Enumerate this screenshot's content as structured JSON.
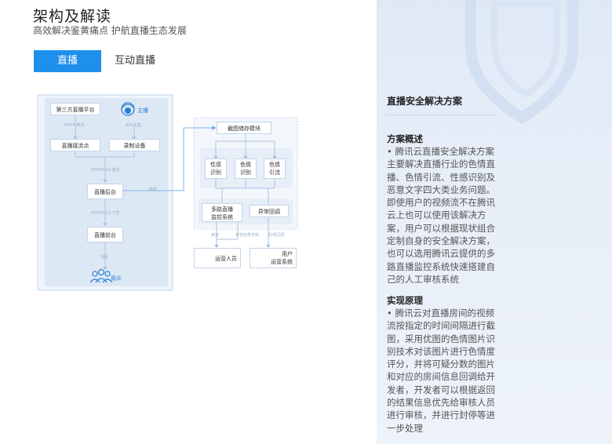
{
  "page": {
    "title": "架构及解读",
    "subtitle": "高效解决鉴黄痛点 护航直播生态发展"
  },
  "tabs": [
    {
      "label": "直播",
      "active": true
    },
    {
      "label": "互动直播",
      "active": false
    }
  ],
  "diagram": {
    "third_party": "第三方直播平台",
    "anchor": "主播",
    "rtmp_push": "RTMP 推流",
    "realtime_capture": "实时采集",
    "push_node": "直播接流点",
    "recorder": "录制设备",
    "rtmp_hls_push": "RTMP/HLS 推流",
    "backend": "直播后台",
    "screenshot_arrow": "截图",
    "rtmp_hls_pull": "RTMP/HLS 下发",
    "frontend": "直播前台",
    "view": "观看",
    "audience": "观众",
    "storage": "截图储存模块",
    "detect_1": "性感\n识别",
    "detect_2": "色情\n识别",
    "detect_3": "色情\n引流",
    "monitor": "多路直播\n监控系统",
    "callback": "异常回调",
    "review": "审查",
    "review_result": "审查结果告知",
    "abnormal_callback": "异常回调",
    "operators": "运营人员",
    "user_ops": "用户\n运营系统"
  },
  "panel": {
    "title": "直播安全解决方案",
    "overview_heading": "方案概述",
    "overview_body": "• 腾讯云直播安全解决方案主要解决直播行业的色情直播、色情引流、性感识别及恶意文字四大类业务问题。即使用户的视频流不在腾讯云上也可以使用该解决方案，用户可以根据现状组合定制自身的安全解决方案，也可以选用腾讯云提供的多路直播监控系统快速搭建自己的人工审核系统",
    "principle_heading": "实现原理",
    "principle_body": "• 腾讯云对直播房间的视频流按指定的时间间隔进行截图，采用优图的色情图片识别技术对该图片进行色情度评分，并将可疑分数的图片和对应的房间信息回调给开发者，开发者可以根据返回的结果信息优先给审核人员进行审核，并进行封停等进一步处理"
  },
  "colors": {
    "accent": "#1e90ec",
    "panel_bg": "#e4ecf7",
    "diagram_line": "#7fb2e6"
  }
}
